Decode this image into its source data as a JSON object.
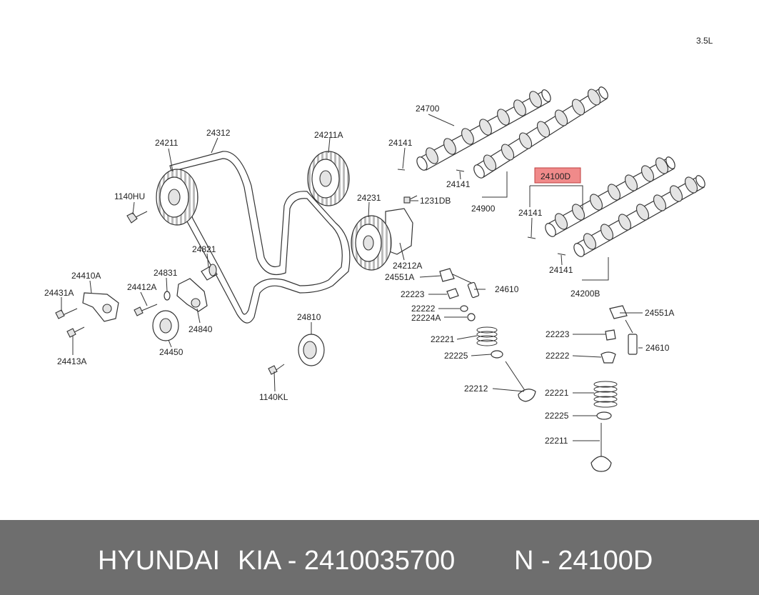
{
  "diagram": {
    "engine_label": "3.5L",
    "highlight_color": "#f08a8a",
    "labels": {
      "l_24700": "24700",
      "l_24141_a": "24141",
      "l_24141_b": "24141",
      "l_24900": "24900",
      "l_24100D": "24100D",
      "l_24141_c": "24141",
      "l_24141_d": "24141",
      "l_24200B": "24200B",
      "l_24211": "24211",
      "l_24312": "24312",
      "l_24211A": "24211A",
      "l_1140HU": "1140HU",
      "l_1231DB": "1231DB",
      "l_24231": "24231",
      "l_24212A": "24212A",
      "l_24551A_a": "24551A",
      "l_24610_a": "24610",
      "l_22223_a": "22223",
      "l_22222_a": "22222",
      "l_22224A": "22224A",
      "l_22221_a": "22221",
      "l_22225_a": "22225",
      "l_22212": "22212",
      "l_24551A_b": "24551A",
      "l_22223_b": "22223",
      "l_24610_b": "24610",
      "l_22222_b": "22222",
      "l_22221_b": "22221",
      "l_22225_b": "22225",
      "l_22211": "22211",
      "l_24821": "24821",
      "l_24831": "24831",
      "l_24410A": "24410A",
      "l_24412A": "24412A",
      "l_24431A": "24431A",
      "l_24840": "24840",
      "l_24450": "24450",
      "l_24413A": "24413A",
      "l_24810": "24810",
      "l_1140KL": "1140KL"
    }
  },
  "footer": {
    "brand": "HYUNDAI",
    "oem": "KIA - 2410035700",
    "ref": "N - 24100D"
  }
}
